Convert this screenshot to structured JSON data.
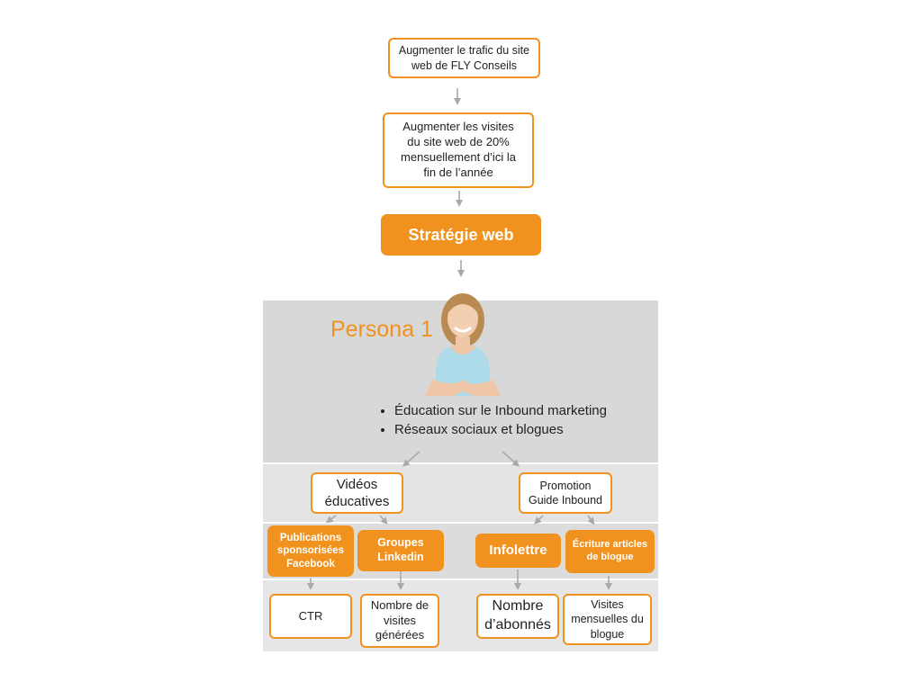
{
  "diagram": {
    "goal_top": "Augmenter le trafic du site\nweb de FLY Conseils",
    "goal_second": "Augmenter les visites\ndu site web de 20%\nmensuellement d’ici la\nfin de l’année",
    "strategy": "Stratégie web",
    "persona": {
      "title": "Persona 1",
      "bullets": [
        "Éducation sur le Inbound marketing",
        "Réseaux sociaux et blogues"
      ]
    },
    "tactics": {
      "left": "Vidéos\néducatives",
      "right": "Promotion\nGuide Inbound"
    },
    "actions": [
      "Publications\nsponsorisées\nFacebook",
      "Groupes\nLinkedin",
      "Infolettre",
      "Écriture articles\nde blogue"
    ],
    "metrics": [
      "CTR",
      "Nombre de\nvisites\ngénérées",
      "Nombre\nd’abonnés",
      "Visites\nmensuelles du\nblogue"
    ],
    "colors": {
      "accent": "#f0921d",
      "band": "#e1e1e1",
      "arrow": "#a9a9a9"
    }
  }
}
